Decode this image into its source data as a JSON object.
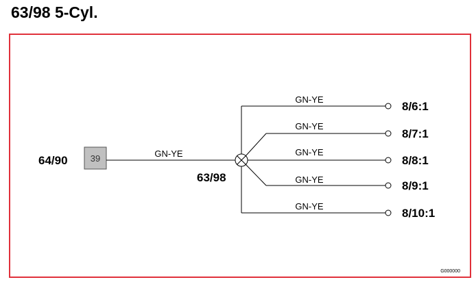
{
  "title": "63/98 5-Cyl.",
  "frame_color": "#e0303a",
  "source": {
    "label": "64/90",
    "pin_box_label": "39",
    "pin_box_fill": "#c0c0c0",
    "wire_color_label": "GN-YE"
  },
  "splice": {
    "label": "63/98",
    "icon": "splice-junction-icon"
  },
  "branches": [
    {
      "wire_color_label": "GN-YE",
      "destination": "8/6:1"
    },
    {
      "wire_color_label": "GN-YE",
      "destination": "8/7:1"
    },
    {
      "wire_color_label": "GN-YE",
      "destination": "8/8:1"
    },
    {
      "wire_color_label": "GN-YE",
      "destination": "8/9:1"
    },
    {
      "wire_color_label": "GN-YE",
      "destination": "8/10:1"
    }
  ],
  "reference_code": "G000000"
}
